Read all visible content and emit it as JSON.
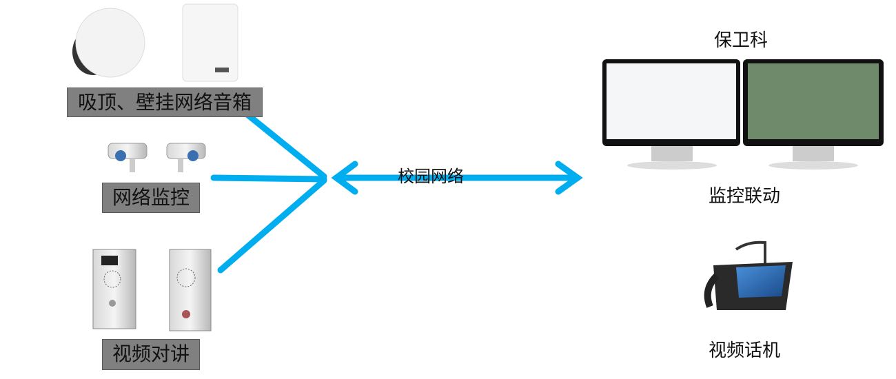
{
  "left_devices": [
    {
      "label": "吸顶、壁挂网络音箱"
    },
    {
      "label": "网络监控"
    },
    {
      "label": "视频对讲"
    }
  ],
  "network_label": "校园网络",
  "right_devices": [
    {
      "label": "保卫科"
    },
    {
      "label": "监控联动"
    },
    {
      "label": "视频话机"
    }
  ],
  "colors": {
    "link": "#00aeef",
    "label_bg": "#808080"
  }
}
